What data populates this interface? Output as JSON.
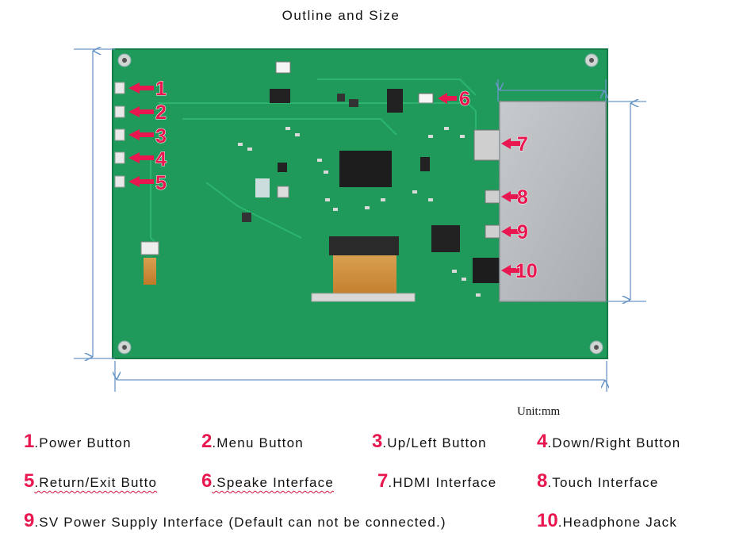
{
  "title": "Outline and Size",
  "unit_label": "Unit:mm",
  "callouts": [
    "1",
    "2",
    "3",
    "4",
    "5",
    "6",
    "7",
    "8",
    "9",
    "10"
  ],
  "legend": [
    {
      "num": "1",
      "label": ".Power Button"
    },
    {
      "num": "2",
      "label": ".Menu Button"
    },
    {
      "num": "3",
      "label": ".Up/Left Button"
    },
    {
      "num": "4",
      "label": ".Down/Right Button"
    },
    {
      "num": "5",
      "label": ".Return/Exit Butto"
    },
    {
      "num": "6",
      "label": ".Speake Interface"
    },
    {
      "num": "7",
      "label": ".HDMI Interface"
    },
    {
      "num": "8",
      "label": ".Touch Interface"
    },
    {
      "num": "9",
      "label": ".SV Power Supply Interface (Default can not be connected.)"
    },
    {
      "num": "10",
      "label": ".Headphone Jack"
    }
  ],
  "colors": {
    "board": "#1f9a5a",
    "board_edge": "#157a45",
    "callout": "#e8174f",
    "dimension": "#6a96c8",
    "metal": "#b8bcc0"
  }
}
